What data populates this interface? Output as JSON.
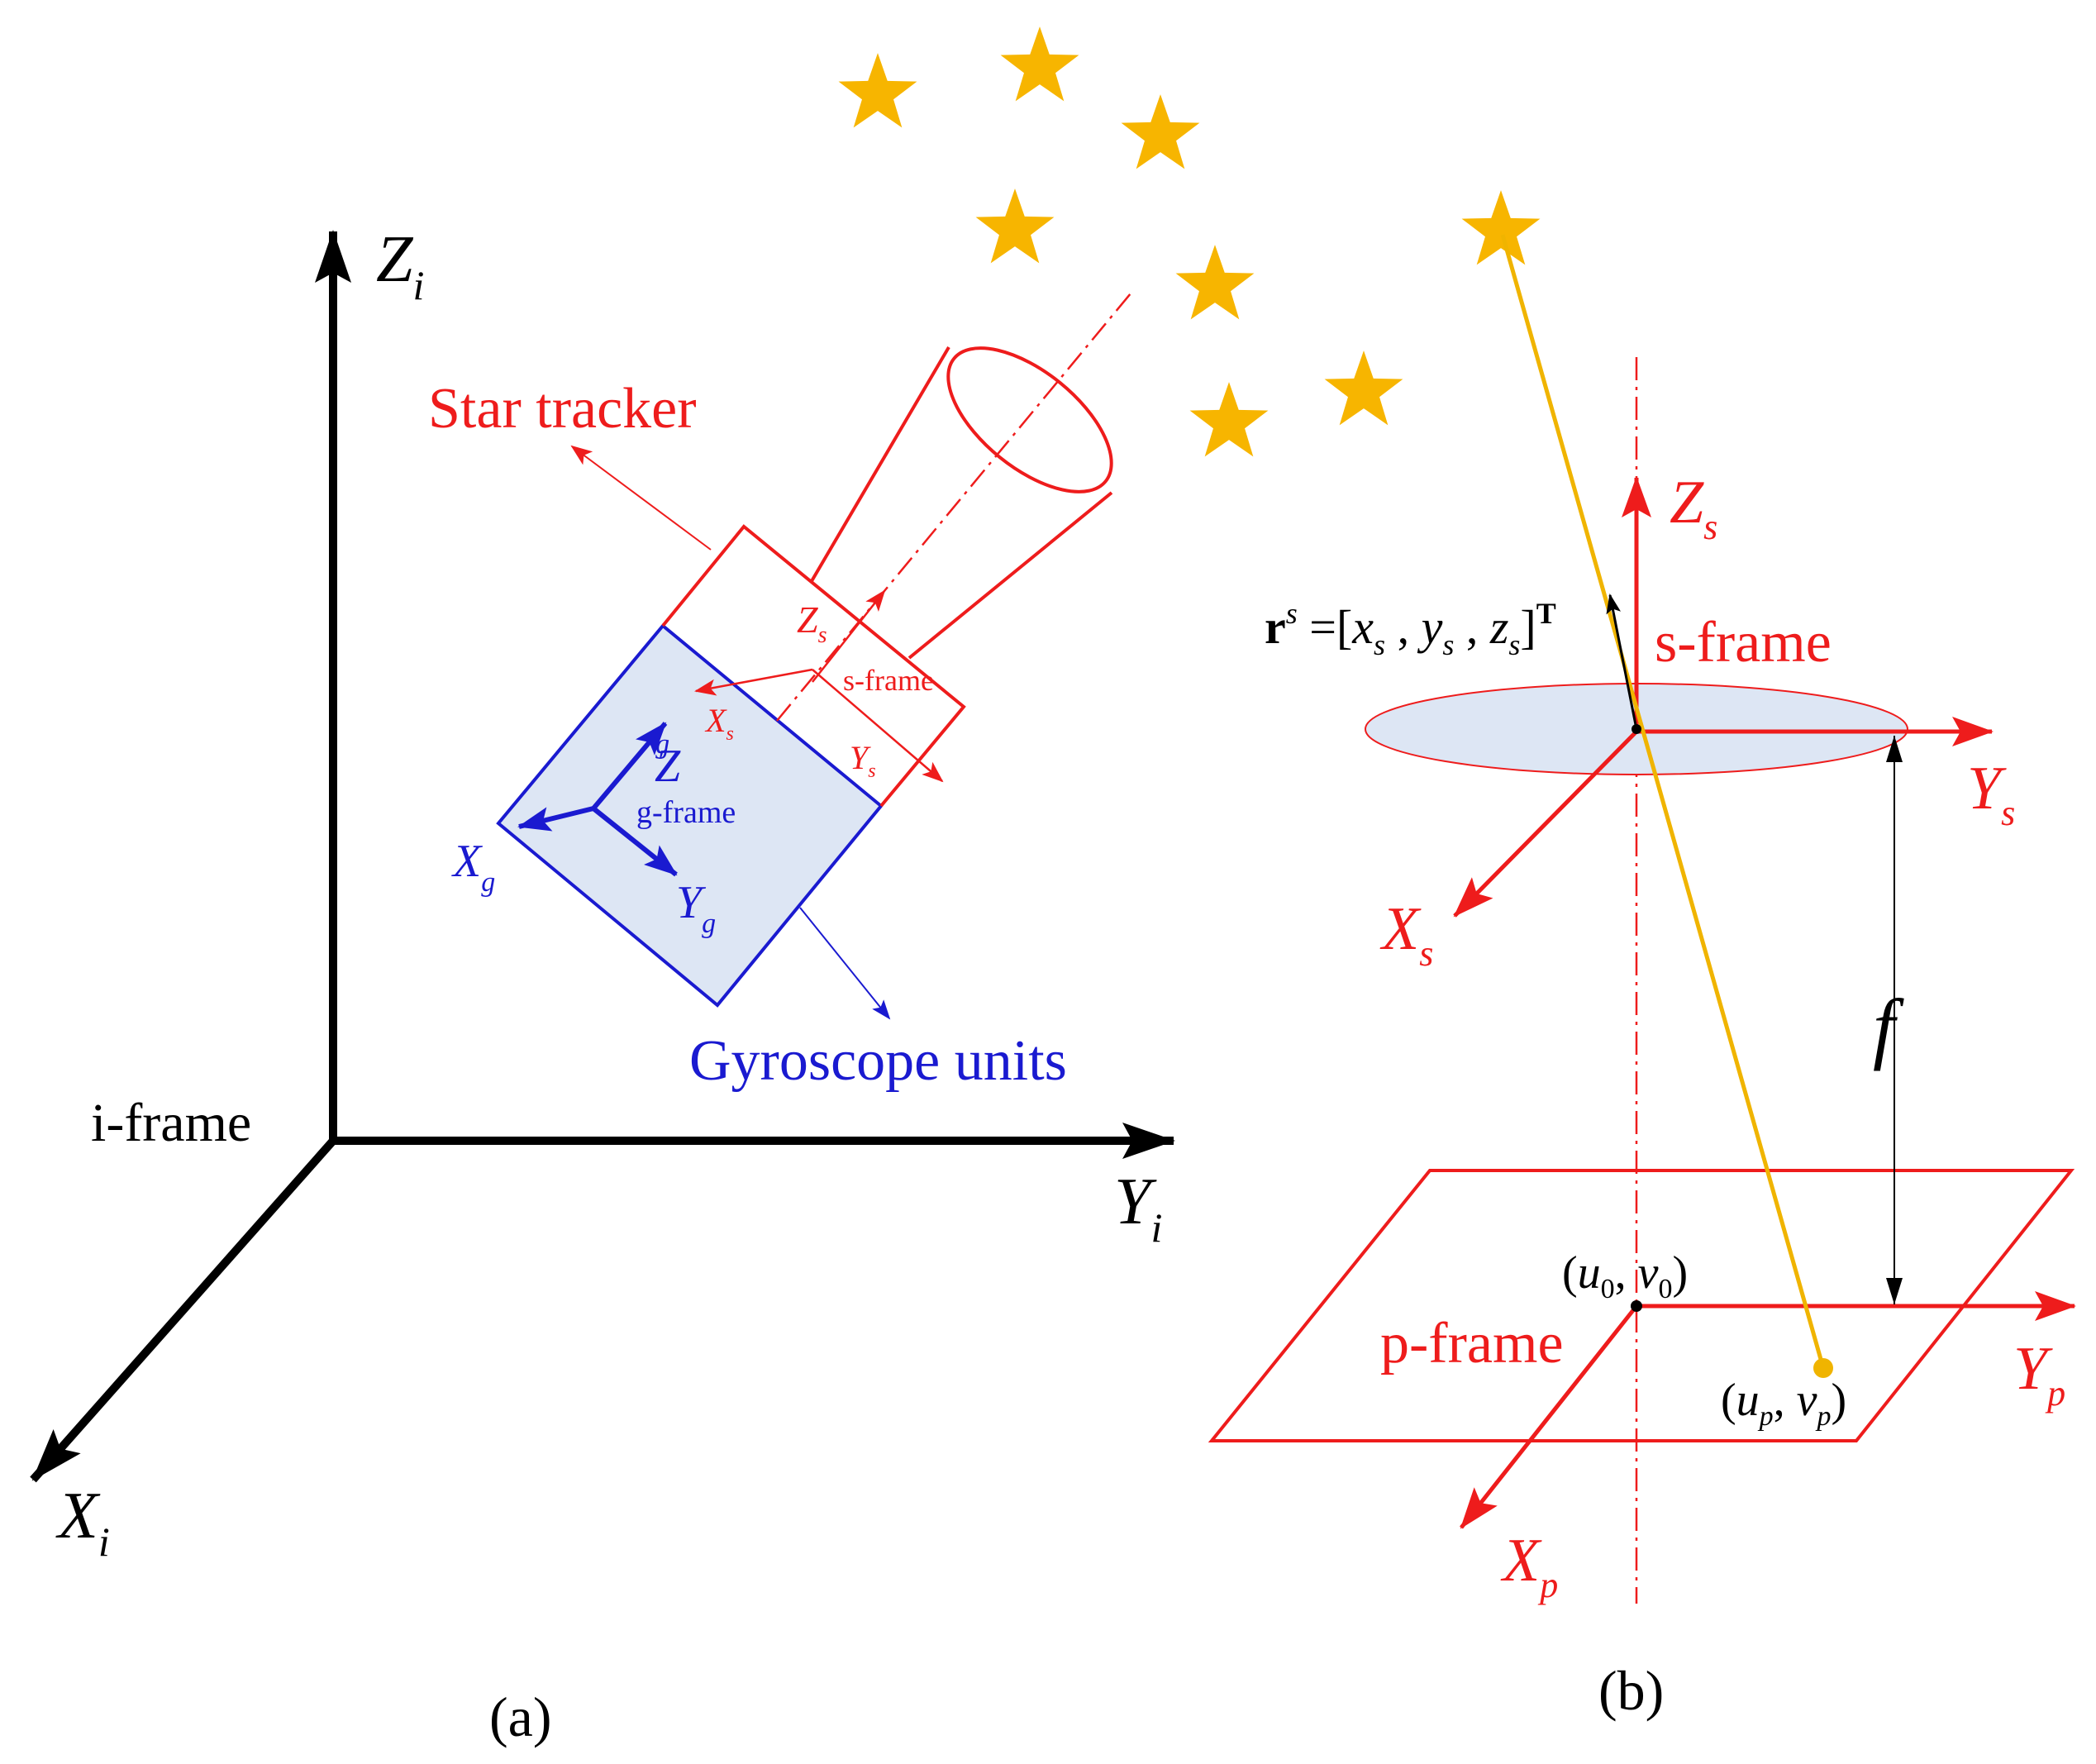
{
  "colors": {
    "black": "#000000",
    "red": "#ee1c1c",
    "blue": "#1a1ad0",
    "gold": "#f7b500",
    "ray": "#f0b400",
    "panel_fill": "#dde6f4"
  },
  "panel_a": {
    "caption": "(a)",
    "iframe_label": "i-frame",
    "Zi": {
      "main": "Z",
      "sub": "i"
    },
    "Yi": {
      "main": "Y",
      "sub": "i"
    },
    "Xi": {
      "main": "X",
      "sub": "i"
    },
    "star_tracker_label": "Star tracker",
    "gyroscope_label": "Gyroscope units",
    "sframe_label": "s-frame",
    "gframe_label": "g-frame",
    "Zs": {
      "main": "Z",
      "sub": "s"
    },
    "Xs": {
      "main": "X",
      "sub": "s"
    },
    "Ys": {
      "main": "Y",
      "sub": "s"
    },
    "Zg": {
      "main": "Z",
      "sub": "g"
    },
    "Xg": {
      "main": "X",
      "sub": "g"
    },
    "Yg": {
      "main": "Y",
      "sub": "g"
    },
    "star_icon": "star-icon"
  },
  "panel_b": {
    "caption": "(b)",
    "sframe_label": "s-frame",
    "pframe_label": "p-frame",
    "Zs": {
      "main": "Z",
      "sub": "s"
    },
    "Ys": {
      "main": "Y",
      "sub": "s"
    },
    "Xs": {
      "main": "X",
      "sub": "s"
    },
    "Yp": {
      "main": "Y",
      "sub": "p"
    },
    "Xp": {
      "main": "X",
      "sub": "p"
    },
    "f_label": "f",
    "r_vector": {
      "bold": "r",
      "sup": "s",
      "eq": " =[",
      "x": "x",
      "xs": "s",
      "y": "y",
      "ys": "s",
      "z": "z",
      "zs": "s",
      "close": "]",
      "T": "T",
      "comma": " , "
    },
    "principal_point": {
      "open": "(",
      "u": "u",
      "us": "0",
      "sep": ", ",
      "v": "v",
      "vs": "0",
      "close": ")"
    },
    "image_point": {
      "open": "(",
      "u": "u",
      "us": "p",
      "sep": ", ",
      "v": "v",
      "vs": "p",
      "close": ")"
    }
  }
}
